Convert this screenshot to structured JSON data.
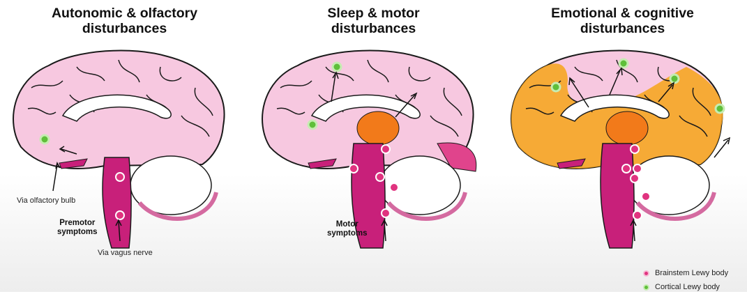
{
  "panels": [
    {
      "title_line1": "Autonomic & olfactory",
      "title_line2": "disturbances"
    },
    {
      "title_line1": "Sleep & motor",
      "title_line2": "disturbances"
    },
    {
      "title_line1": "Emotional & cognitive",
      "title_line2": "disturbances"
    }
  ],
  "annotations": {
    "olfactory": "Via olfactory bulb",
    "premotor_line1": "Premotor",
    "premotor_line2": "symptoms",
    "vagus": "Via vagus nerve",
    "motor_line1": "Motor",
    "motor_line2": "symptoms"
  },
  "legend": [
    {
      "label": "Brainstem Lewy body",
      "color": "#e0337f"
    },
    {
      "label": "Cortical Lewy body",
      "color": "#5fbf3a"
    }
  ],
  "colors": {
    "brain": "#f7c8e0",
    "brain_outline": "#1a1a1a",
    "brainstem": "#c8207a",
    "affected_cortex": "#f5a623",
    "cerebellum": "#ffffff"
  }
}
